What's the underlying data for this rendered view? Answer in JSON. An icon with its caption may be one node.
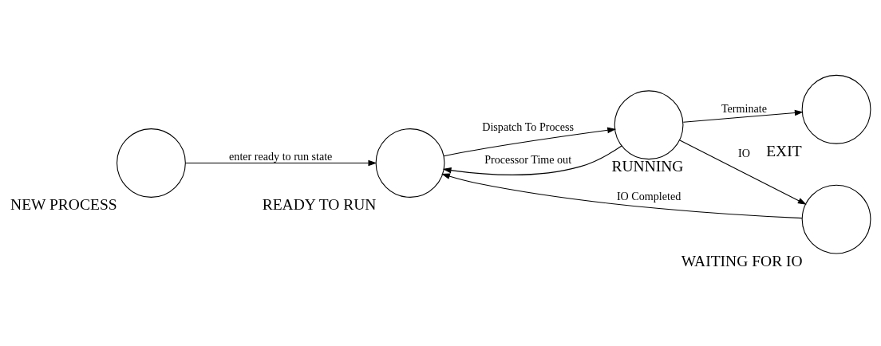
{
  "diagram": {
    "nodes": [
      {
        "text": [
          "NEW PROCESS"
        ]
      },
      {
        "text": [
          "READY TO RUN"
        ]
      },
      {
        "text": [
          "RUNNING"
        ]
      },
      {
        "text": [
          "WAITING FOR IO"
        ]
      },
      {
        "text": [
          "EXIT"
        ]
      }
    ],
    "edges": [
      {
        "from": 0,
        "to": 1,
        "arrow": "to",
        "label": "enter ready to run state"
      },
      {
        "from": 1,
        "to": 2,
        "arrow": "to",
        "label": "Dispatch To Process"
      },
      {
        "from": 2,
        "to": 1,
        "arrow": "to",
        "label": "Processor Time out"
      },
      {
        "from": 2,
        "to": 4,
        "arrow": "to",
        "label": "Terminate"
      },
      {
        "from": 2,
        "to": 3,
        "arrow": "to",
        "label": "IO"
      },
      {
        "from": 3,
        "to": 1,
        "arrow": "to",
        "label": "IO Completed"
      }
    ]
  }
}
